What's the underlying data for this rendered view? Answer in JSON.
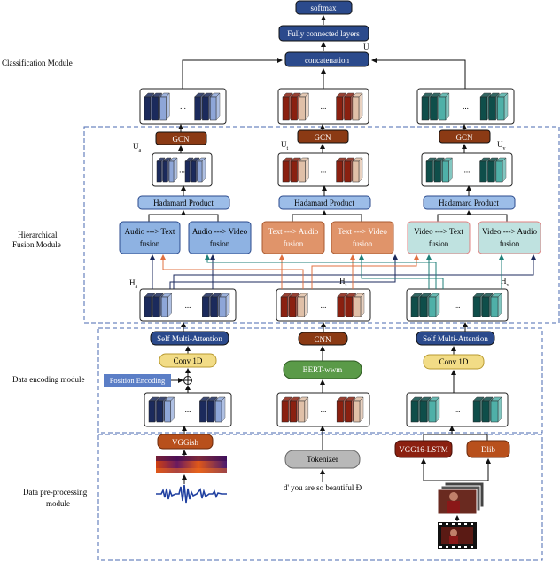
{
  "modules": {
    "classification": "Classification Module",
    "fusion_line1": "Hierarchical",
    "fusion_line2": "Fusion Module",
    "encoding": "Data encoding module",
    "preprocess_line1": "Data pre-processing",
    "preprocess_line2": "module"
  },
  "top": {
    "softmax": "softmax",
    "fc": "Fully connected layers",
    "u_label": "U",
    "concat": "concatenation"
  },
  "fusion": {
    "gcn": "GCN",
    "hadamard": "Hadamard Product",
    "u_audio": "U",
    "u_audio_sub": "a",
    "u_text": "U",
    "u_text_sub": "t",
    "u_video": "U",
    "u_video_sub": "v",
    "h_audio": "H",
    "h_audio_sub": "a",
    "h_text": "H",
    "h_text_sub": "t",
    "h_video": "H",
    "h_video_sub": "v",
    "audio_text_1": "Audio ---> Text",
    "audio_text_2": "fusion",
    "audio_video_1": "Audio ---> Video",
    "audio_video_2": "fusion",
    "text_audio_1": "Text ---> Audio",
    "text_audio_2": "fusion",
    "text_video_1": "Text ---> Video",
    "text_video_2": "fusion",
    "video_text_1": "Video ---> Text",
    "video_text_2": "fusion",
    "video_audio_1": "Video ---> Audio",
    "video_audio_2": "fusion"
  },
  "encoding": {
    "self_attn_audio": "Self Multi-Attention",
    "cnn": "CNN",
    "self_attn_video": "Self Multi-Attention",
    "conv_audio": "Conv 1D",
    "bert": "BERT-wwm",
    "conv_video": "Conv 1D",
    "position_encoding": "Position Encoding"
  },
  "preprocess": {
    "vggish": "VGGish",
    "tokenizer": "Tokenizer",
    "vgg_lstm": "VGG16-LSTM",
    "dlib": "Dlib",
    "sentence": "d' you are so beautiful Ð"
  },
  "ellipsis": "...",
  "colors": {
    "audio_dark": "#1b2a5c",
    "audio_light": "#8ea6d8",
    "text_dark": "#8a2010",
    "text_light": "#e0c0a8",
    "video_dark": "#0f4e4a",
    "video_light": "#4fb0a8",
    "navy_box": "#2b4a8c",
    "blue_box": "#9cbde8",
    "brown_box": "#8b3a14",
    "orange_box": "#e8a078",
    "teal_box": "#b8dede",
    "yellow_box": "#f2dc86",
    "green_box": "#5a9a48",
    "grey_box": "#b8b8b8"
  }
}
